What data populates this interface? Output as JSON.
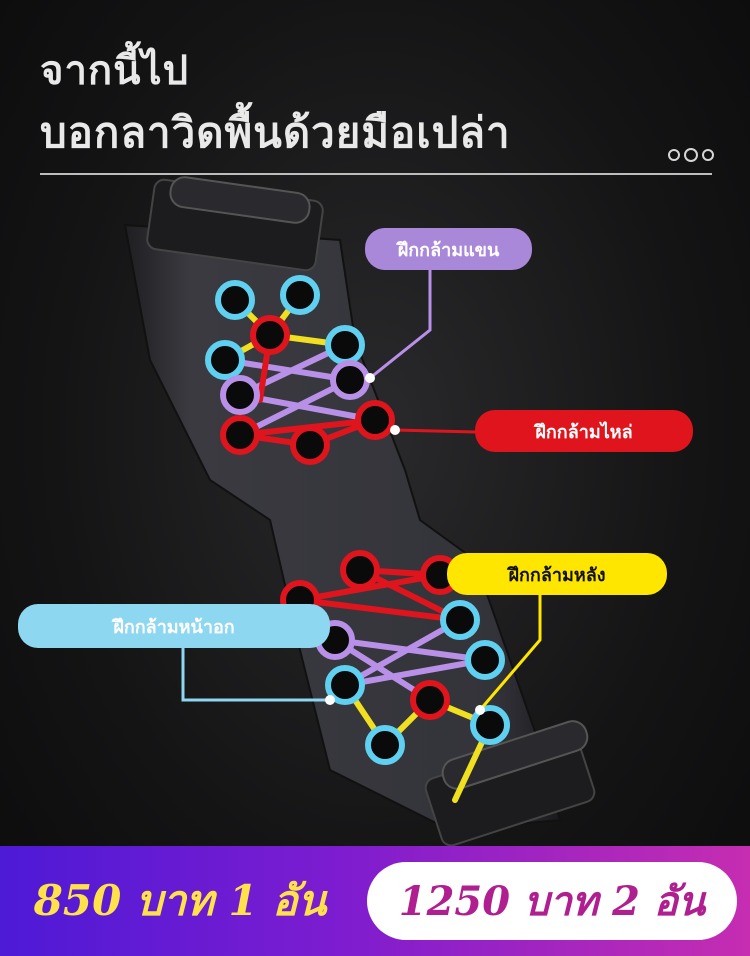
{
  "headline": {
    "line1": "จากนี้ไป",
    "line2": "บอกลาวิดพื้นด้วยมือเปล่า"
  },
  "labels": {
    "arm": {
      "text": "ฝึกกล้ามแขน",
      "color": "#a987d9",
      "text_color": "#ffffff"
    },
    "shoulder": {
      "text": "ฝึกกล้ามไหล่",
      "color": "#e0141c",
      "text_color": "#ffffff"
    },
    "back": {
      "text": "ฝึกกล้ามหลัง",
      "color": "#ffe600",
      "text_color": "#111111"
    },
    "chest": {
      "text": "ฝึกกล้ามหน้าอก",
      "color": "#8ed7f0",
      "text_color": "#ffffff"
    }
  },
  "prices": {
    "left": "850 บาท 1 อัน",
    "right": "1250 บาท 2 อัน"
  },
  "colors": {
    "cyan": "#5fd0f0",
    "red": "#e0141c",
    "purple": "#b890e8",
    "yellow": "#f0e020",
    "board": "#2e2e33"
  }
}
